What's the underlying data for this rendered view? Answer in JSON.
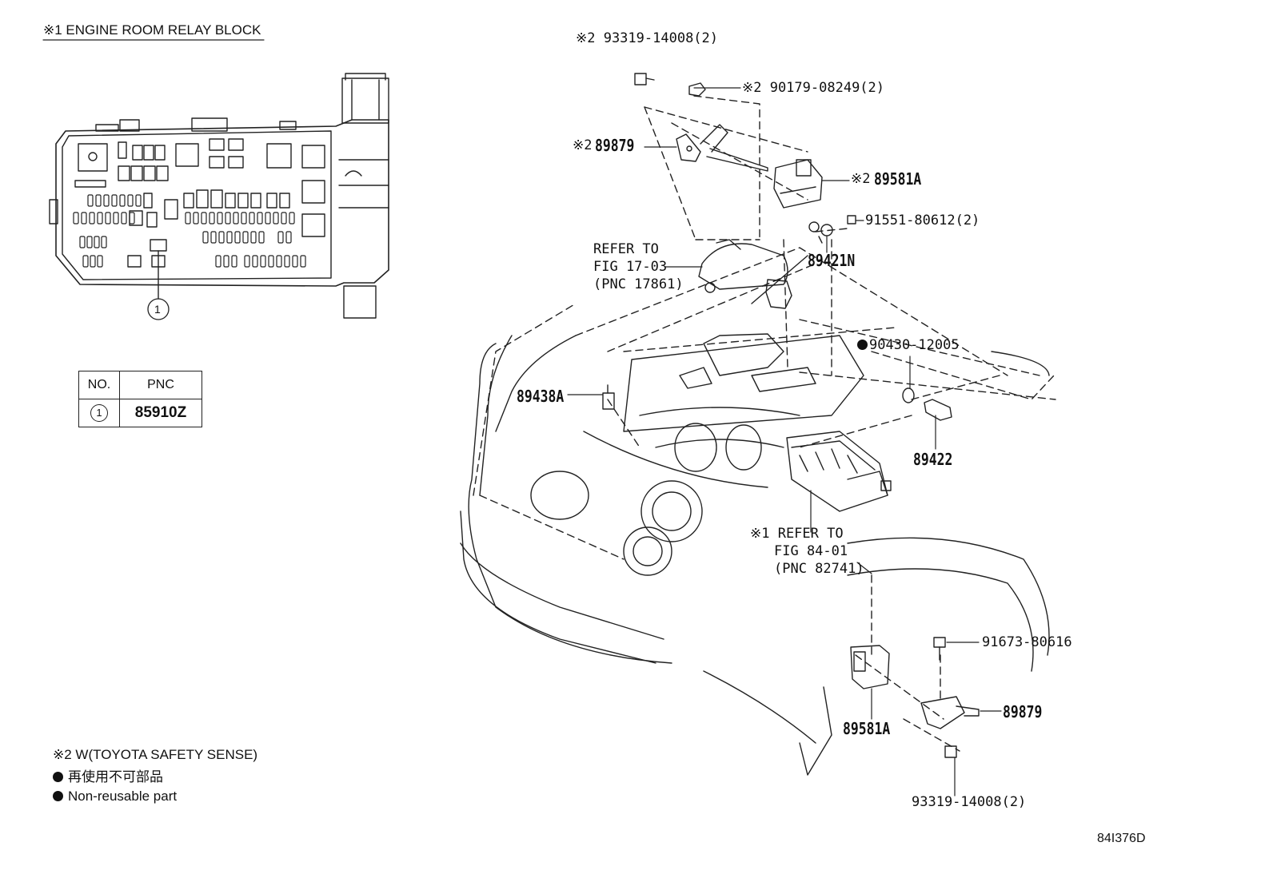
{
  "relay_block_title": "※1 ENGINE ROOM RELAY BLOCK",
  "callout_1": "1",
  "pnc_table": {
    "headers": [
      "NO.",
      "PNC"
    ],
    "rows": [
      {
        "no": "1",
        "pnc": "85910Z"
      }
    ]
  },
  "notes": {
    "note_w": "※2 W(TOYOTA SAFETY SENSE)",
    "non_reusable_jp": "再使用不可部品",
    "non_reusable_en": "Non-reusable part"
  },
  "part_labels": {
    "p_93319_top": "※2 93319-14008(2)",
    "p_90179": "※2 90179-08249(2)",
    "p_89879_top_mark": "※2",
    "p_89879_top": "89879",
    "p_89581A_top_mark": "※2",
    "p_89581A_top": "89581A",
    "p_91551": "91551-80612(2)",
    "p_89421N": "89421N",
    "refer_1_line1": "REFER TO",
    "refer_1_line2": "FIG 17-03",
    "refer_1_line3": "(PNC 17861)",
    "p_90430": "90430-12005",
    "p_89438A": "89438A",
    "p_89422": "89422",
    "refer_2_line1": "※1 REFER TO",
    "refer_2_line2": "FIG 84-01",
    "refer_2_line3": "(PNC 82741)",
    "p_91673": "91673-80616",
    "p_89879_bottom": "89879",
    "p_89581A_bottom": "89581A",
    "p_93319_bottom": "93319-14008(2)"
  },
  "figure_code": "84I376D"
}
